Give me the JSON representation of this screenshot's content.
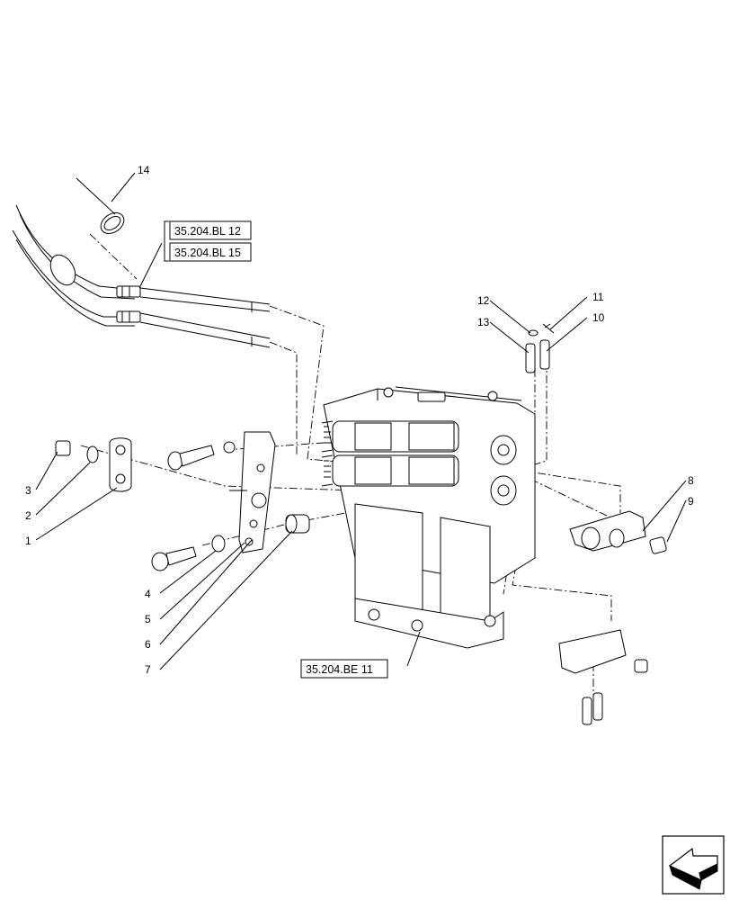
{
  "callouts": {
    "c1": "1",
    "c2": "2",
    "c3": "3",
    "c4": "4",
    "c5": "5",
    "c6": "6",
    "c7": "7",
    "c8": "8",
    "c9": "9",
    "c10": "10",
    "c11": "11",
    "c12": "12",
    "c13": "13",
    "c14": "14"
  },
  "references": {
    "bl12": "35.204.BL 12",
    "bl15": "35.204.BL 15",
    "be11": "35.204.BE 11"
  },
  "icons": {
    "corner": "next-page-arrow-icon"
  },
  "colors": {
    "line": "#000000",
    "background": "#ffffff"
  }
}
